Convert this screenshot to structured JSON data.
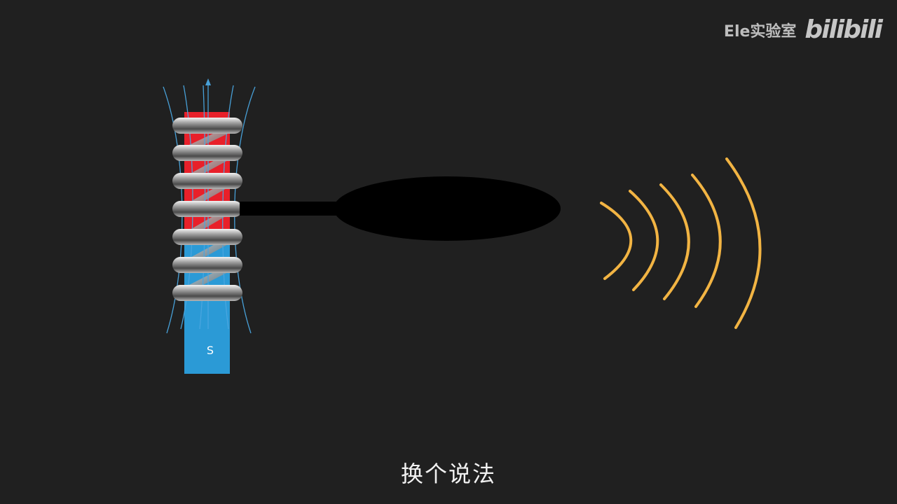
{
  "watermark": {
    "channel": "Ele实验室",
    "logo": "bilibili"
  },
  "magnet": {
    "pole_label": "S",
    "north_color": "#e8202a",
    "south_color": "#2b9ad6"
  },
  "sound_wave_color": "#f2b443",
  "field_line_color": "#4aa6e0",
  "subtitle": "换个说法"
}
